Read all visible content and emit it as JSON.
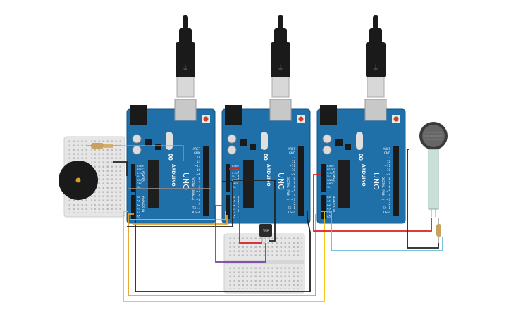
{
  "boards": [
    {
      "id": "arduino-1",
      "label_uno": "UNO",
      "label_brand": "ARDUINO",
      "pin_labels": [
        "AREF",
        "GND",
        "13",
        "12",
        "~11",
        "~10",
        "~9",
        "8",
        "7",
        "~6",
        "~5",
        "4",
        "~3",
        "2",
        "TX→1",
        "RX←0"
      ],
      "digital_label": "DIGITAL (PWM~)",
      "power_label": "POWER",
      "analog_label": "ANALOG IN",
      "analog_pins": [
        "A0",
        "A1",
        "A2",
        "A3",
        "A4",
        "A5"
      ],
      "power_pins": [
        "IOREF",
        "RESET",
        "3.3V",
        "5V",
        "GND",
        "GND",
        "Vin"
      ]
    },
    {
      "id": "arduino-2",
      "label_uno": "UNO",
      "label_brand": "ARDUINO",
      "pin_labels": [
        "AREF",
        "GND",
        "13",
        "12",
        "~11",
        "~10",
        "~9",
        "8",
        "7",
        "~6",
        "~5",
        "4",
        "~3",
        "2",
        "TX→1",
        "RX←0"
      ],
      "digital_label": "DIGITAL (PWM~)",
      "power_label": "POWER",
      "analog_label": "ANALOG IN",
      "analog_pins": [
        "A0",
        "A1",
        "A2",
        "A3",
        "A4",
        "A5"
      ],
      "power_pins": [
        "IOREF",
        "RESET",
        "3.3V",
        "5V",
        "GND",
        "GND",
        "Vin"
      ]
    },
    {
      "id": "arduino-3",
      "label_uno": "UNO",
      "label_brand": "ARDUINO",
      "pin_labels": [
        "AREF",
        "GND",
        "13",
        "12",
        "~11",
        "~10",
        "~9",
        "8",
        "7",
        "~6",
        "~5",
        "4",
        "~3",
        "2",
        "TX→1",
        "RX←0"
      ],
      "digital_label": "DIGITAL (PWM~)",
      "power_label": "POWER",
      "analog_label": "ANALOG IN",
      "analog_pins": [
        "A0",
        "A1",
        "A2",
        "A3",
        "A4",
        "A5"
      ],
      "power_pins": [
        "IOREF",
        "RESET",
        "3.3V",
        "5V",
        "GND",
        "GND",
        "Vin"
      ]
    }
  ],
  "sensor": {
    "label": "TMP"
  },
  "components": {
    "buzzer": "piezo-buzzer",
    "force_sensor": "force-sensor",
    "resistor": "resistor",
    "temp_sensor": "temperature-sensor"
  },
  "colors": {
    "board": "#1f6fa8",
    "board_dark": "#165684",
    "wire_yellow": "#f2c200",
    "wire_orange": "#e8a020",
    "wire_red": "#d62020",
    "wire_black": "#222222",
    "wire_purple": "#7a3fa0",
    "wire_cyan": "#6ab8d8",
    "wire_gray": "#8a8a8a",
    "breadboard": "#e8e8e8"
  }
}
